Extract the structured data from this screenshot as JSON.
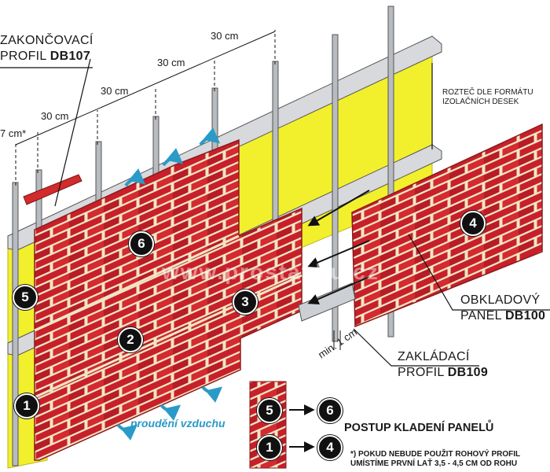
{
  "labels": {
    "end_profile_line1": "ZAKONČOVACÍ",
    "end_profile_line2": "PROFIL",
    "end_profile_code": "DB107",
    "spacing_note_line1": "ROZTEČ DLE FORMÁTU",
    "spacing_note_line2": "IZOLAČNÍCH DESEK",
    "cladding_panel_line1": "OBKLADOVÝ",
    "cladding_panel_line2": "PANEL",
    "cladding_panel_code": "DB100",
    "base_profile_line1": "ZAKLÁDACÍ",
    "base_profile_line2": "PROFIL",
    "base_profile_code": "DB109",
    "min_gap": "min. 1 cm",
    "airflow": "proudění vzduchu",
    "procedure_title": "POSTUP KLADENÍ PANELŮ",
    "footnote_line1": "*) POKUD NEBUDE POUŽIT ROHOVÝ PROFIL",
    "footnote_line2": "UMÍSTÍME PRVNÍ LAŤ 3,5 - 4,5 CM OD ROHU",
    "watermark": "www.prostavbu.cz"
  },
  "dimensions": [
    "7 cm*",
    "30 cm",
    "30 cm",
    "30 cm",
    "30 cm"
  ],
  "steps": {
    "panel_1": "1",
    "panel_2": "2",
    "panel_3": "3",
    "panel_4": "4",
    "panel_5": "5",
    "panel_6": "6",
    "legend_5": "5",
    "legend_6": "6",
    "legend_1": "1",
    "legend_4": "4"
  },
  "colors": {
    "brick": "#c8202a",
    "brick_dark": "#7a1418",
    "mortar": "#efe6c4",
    "insulation": "#f2f02c",
    "profile_metal": "#b8bcc0",
    "rail": "#d7d9dc",
    "end_profile": "#d22b2b",
    "airflow_arrow": "#2a9ac8"
  }
}
